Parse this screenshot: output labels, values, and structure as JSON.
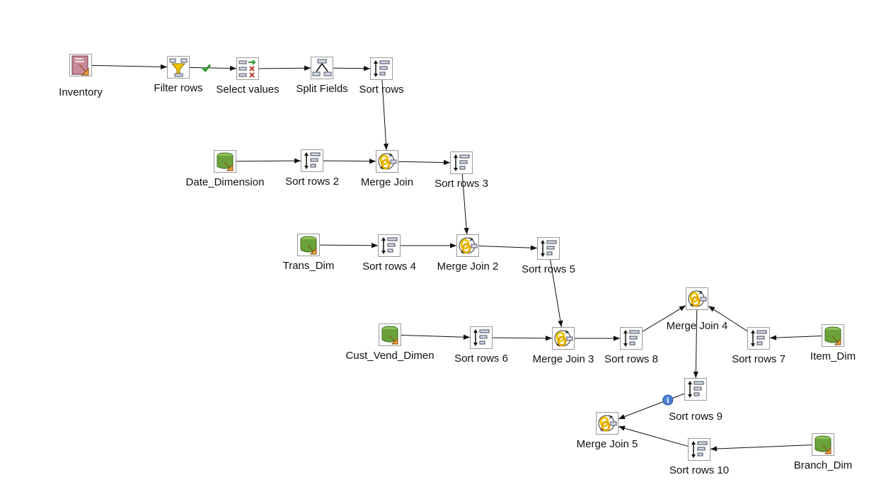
{
  "steps": [
    {
      "id": "inventory",
      "label": "Inventory",
      "icon": "file-input-icon"
    },
    {
      "id": "filter-rows",
      "label": "Filter rows",
      "icon": "filter-icon"
    },
    {
      "id": "select-values",
      "label": "Select values",
      "icon": "select-values-icon"
    },
    {
      "id": "split-fields",
      "label": "Split Fields",
      "icon": "split-fields-icon"
    },
    {
      "id": "sort-rows",
      "label": "Sort rows",
      "icon": "sort-icon"
    },
    {
      "id": "date-dimension",
      "label": "Date_Dimension",
      "icon": "table-input-icon"
    },
    {
      "id": "sort-rows-2",
      "label": "Sort rows 2",
      "icon": "sort-icon"
    },
    {
      "id": "merge-join",
      "label": "Merge Join",
      "icon": "merge-join-icon"
    },
    {
      "id": "sort-rows-3",
      "label": "Sort rows 3",
      "icon": "sort-icon"
    },
    {
      "id": "trans-dim",
      "label": "Trans_Dim",
      "icon": "table-input-icon"
    },
    {
      "id": "sort-rows-4",
      "label": "Sort rows 4",
      "icon": "sort-icon"
    },
    {
      "id": "merge-join-2",
      "label": "Merge Join 2",
      "icon": "merge-join-icon"
    },
    {
      "id": "sort-rows-5",
      "label": "Sort rows 5",
      "icon": "sort-icon"
    },
    {
      "id": "cust-vend-dimen",
      "label": "Cust_Vend_Dimen",
      "icon": "table-input-icon"
    },
    {
      "id": "sort-rows-6",
      "label": "Sort rows 6",
      "icon": "sort-icon"
    },
    {
      "id": "merge-join-3",
      "label": "Merge Join 3",
      "icon": "merge-join-icon"
    },
    {
      "id": "sort-rows-8",
      "label": "Sort rows 8",
      "icon": "sort-icon"
    },
    {
      "id": "merge-join-4",
      "label": "Merge Join 4",
      "icon": "merge-join-icon"
    },
    {
      "id": "sort-rows-7",
      "label": "Sort rows 7",
      "icon": "sort-icon"
    },
    {
      "id": "item-dim",
      "label": "Item_Dim",
      "icon": "table-input-icon"
    },
    {
      "id": "sort-rows-9",
      "label": "Sort rows 9",
      "icon": "sort-icon"
    },
    {
      "id": "merge-join-5",
      "label": "Merge Join 5",
      "icon": "merge-join-icon"
    },
    {
      "id": "sort-rows-10",
      "label": "Sort rows 10",
      "icon": "sort-icon"
    },
    {
      "id": "branch-dim",
      "label": "Branch_Dim",
      "icon": "table-input-icon"
    }
  ],
  "hops": [
    {
      "from": "inventory",
      "to": "filter-rows"
    },
    {
      "from": "filter-rows",
      "to": "select-values",
      "marker": "true-check-icon"
    },
    {
      "from": "select-values",
      "to": "split-fields"
    },
    {
      "from": "split-fields",
      "to": "sort-rows"
    },
    {
      "from": "sort-rows",
      "to": "merge-join"
    },
    {
      "from": "date-dimension",
      "to": "sort-rows-2"
    },
    {
      "from": "sort-rows-2",
      "to": "merge-join"
    },
    {
      "from": "merge-join",
      "to": "sort-rows-3"
    },
    {
      "from": "sort-rows-3",
      "to": "merge-join-2"
    },
    {
      "from": "trans-dim",
      "to": "sort-rows-4"
    },
    {
      "from": "sort-rows-4",
      "to": "merge-join-2"
    },
    {
      "from": "merge-join-2",
      "to": "sort-rows-5"
    },
    {
      "from": "sort-rows-5",
      "to": "merge-join-3"
    },
    {
      "from": "cust-vend-dimen",
      "to": "sort-rows-6"
    },
    {
      "from": "sort-rows-6",
      "to": "merge-join-3"
    },
    {
      "from": "merge-join-3",
      "to": "sort-rows-8"
    },
    {
      "from": "sort-rows-8",
      "to": "merge-join-4"
    },
    {
      "from": "item-dim",
      "to": "sort-rows-7"
    },
    {
      "from": "sort-rows-7",
      "to": "merge-join-4"
    },
    {
      "from": "merge-join-4",
      "to": "sort-rows-9"
    },
    {
      "from": "sort-rows-9",
      "to": "merge-join-5",
      "marker": "info-icon"
    },
    {
      "from": "branch-dim",
      "to": "sort-rows-10"
    },
    {
      "from": "sort-rows-10",
      "to": "merge-join-5"
    }
  ],
  "colors": {
    "hop": "#111111",
    "table_green": "#6aa23a",
    "merge_yellow": "#f2c400",
    "check_green": "#2e9a2e",
    "info_blue": "#4a7fd6"
  }
}
